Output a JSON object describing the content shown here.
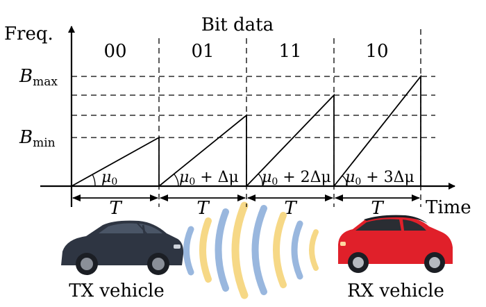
{
  "title": "Bit data",
  "y_axis_label": "Freq.",
  "x_axis_label": "Time",
  "bits": [
    "00",
    "01",
    "11",
    "10"
  ],
  "b_max": {
    "base": "B",
    "sub": "max"
  },
  "b_min": {
    "base": "B",
    "sub": "min"
  },
  "period_label": "T",
  "slopes": [
    {
      "mu": "μ",
      "sub": "0",
      "rest": ""
    },
    {
      "mu": "μ",
      "sub": "0",
      "rest": " + Δμ"
    },
    {
      "mu": "μ",
      "sub": "0",
      "rest": " + 2Δμ"
    },
    {
      "mu": "μ",
      "sub": "0",
      "rest": " + 3Δμ"
    }
  ],
  "tx_label": "TX vehicle",
  "rx_label": "RX vehicle",
  "colors": {
    "tx_car": "#2e3542",
    "rx_car": "#e0202a",
    "wave_blue": "#8fb0db",
    "wave_yellow": "#f6d47a"
  }
}
